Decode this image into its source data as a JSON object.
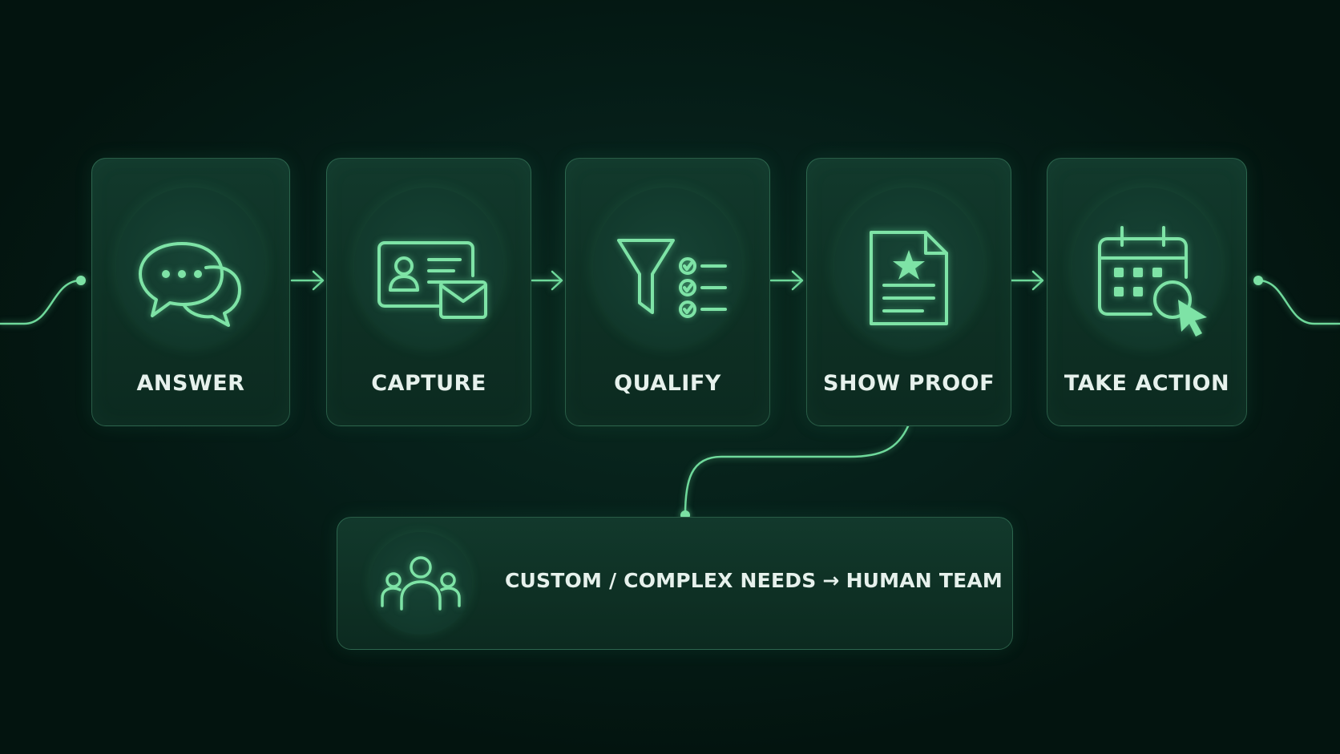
{
  "colors": {
    "background": "#03150f",
    "accent": "#7ee3a6",
    "card": "#0e3024",
    "text": "#e6f1ec"
  },
  "steps": [
    {
      "label": "ANSWER",
      "icon": "chat-bubbles-icon"
    },
    {
      "label": "CAPTURE",
      "icon": "contact-card-envelope-icon"
    },
    {
      "label": "QUALIFY",
      "icon": "funnel-checklist-icon"
    },
    {
      "label": "SHOW PROOF",
      "icon": "document-star-icon"
    },
    {
      "label": "TAKE ACTION",
      "icon": "calendar-cursor-icon"
    }
  ],
  "escalation": {
    "icon": "team-icon",
    "text_before": "CUSTOM / COMPLEX NEEDS",
    "arrow": "→",
    "text_after": "HUMAN TEAM"
  }
}
